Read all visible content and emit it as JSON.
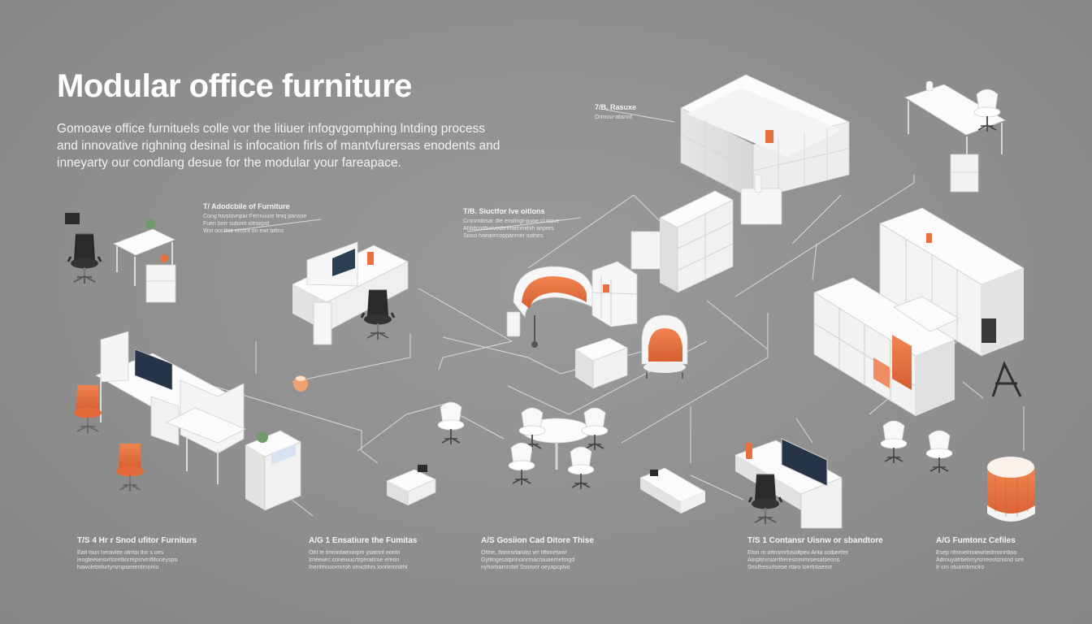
{
  "page": {
    "title": "Modular office furniture",
    "intro": [
      "Gomoave office furnituels colle vor the litiuer infogvgomphing lntding process",
      "and innovative righning desinal is infocation firls of mantvfurersas enodents and",
      "inneyarty our condlang desue for the modular your fareapace."
    ]
  },
  "labels": [
    {
      "heading": "T/ Adodcbile of Furniture",
      "lines": [
        "Cong fuvstovnpar Ferrnuure finiq pansoe",
        "Fueri borr sutomt iohsepst",
        "Wot oncthtit o/nsnt on ewt biftns"
      ]
    },
    {
      "heading": "T/B. Siuctfor Ive oitlons",
      "lines": [
        "Cronrrdosar dte enslingt-puoe cl iopve",
        "Ahbltcoitfiorvedteenetnmthlh anpers",
        "Sisco haearecoppanmer sutnes"
      ]
    },
    {
      "heading": "7/B. Rasuxe",
      "lines": [
        "Onnnsr-atisnot"
      ]
    }
  ],
  "captions": [
    {
      "heading": "T/S 4 Hr r Snod ufitor Furniturs",
      "lines": [
        "Eatl Isun heravlee ofrrtoi tlor s oes",
        "leogteewnsvrtoretliorrepsrvtnflltoneyspo",
        "hawolebtifurtyrsrnpsenerdrnomo"
      ]
    },
    {
      "heading": "A/G 1 Ensatiure the Fumitas",
      "lines": [
        "Ofrl fe tmrnnfaenorpm ysatnnf eontn",
        "Irneewrc coneiuucrtrperattroe ereon",
        "Ihenfmnoornrroh ornicbhrs lonrlemrdrhl"
      ]
    },
    {
      "heading": "A/S Gosiion Cad Ditore Thise",
      "lines": [
        "Oftne, ttonnsrtarolst vrr fiffonetwor",
        "Gylitogecatpnnoinrmacrauaernefmgd",
        "nyhortrarnrotet Sssronr oeyapcplvo"
      ]
    },
    {
      "heading": "T/S 1 Contansr Uisnw or sbandtore",
      "lines": [
        "Efon ro ortnsmrfusoltpeo Anta cotbertfer",
        "Anrptirvrsorrtheresmnimroesatseons",
        "Sriulfresurtseoe rtaro loertntaeme"
      ]
    },
    {
      "heading": "A/G Fumtonz Cefiles",
      "lines": [
        "Esep nfnroelrtoiewrtedrnonrtfiso",
        "Adrouyafrbelvnyrsrreeotsnisnd sire",
        "Ir crn irtuorntrmclro"
      ]
    }
  ],
  "colors": {
    "background": "#8f8f8f",
    "furniture": "#f6f6f6",
    "accent": "#e8703f",
    "chair_dark": "#2a2a2a",
    "line": "#e9e9e9"
  }
}
